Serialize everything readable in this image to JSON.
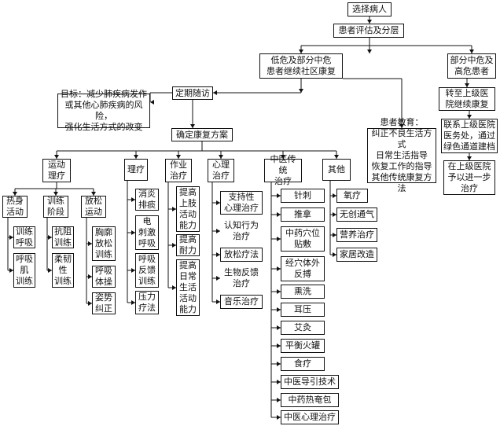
{
  "nodes": {
    "select_patient": "选择病人",
    "assessment": "患者评估及分层",
    "low_mid_risk": "低危及部分中危\n患者继续社区康复",
    "high_risk": "部分中危及\n高危患者",
    "transfer": "转至上级医\n院继续康复",
    "contact_hospital": "联系上级医院\n医务处，通过\n绿色通道建档",
    "further_treatment": "在上级医院\n予以进一步\n治疗",
    "follow_up": "定期随访",
    "goal": "目标：减少肺疾病发作\n或其他心肺疾病的风险，\n强化生活方式的改变",
    "education": "患者教育：\n纠正不良生活方式\n日常生活指导\n恢复工作的指导\n其他传统康复方法",
    "plan": "确定康复方案",
    "exercise": "运动\n理疗",
    "physio": "理疗",
    "occupational": "作业\n治疗",
    "psych": "心理\n治疗",
    "tcm": "中医传统\n治疗",
    "other": "其他",
    "breath_activity": "热身\n活动",
    "training_stage": "训练\n阶段",
    "relax_exercise": "放松\n运动",
    "train_breath": "训练\n呼吸",
    "resp_muscle": "呼吸\n肌\n训练",
    "resistance": "抗阻\n训练",
    "flexibility": "柔韧\n性\n训练",
    "chest_relax": "胸廓\n放松\n训练",
    "breath_gym": "呼吸\n体操",
    "posture": "姿势\n纠正",
    "anti_inflam": "消炎\n排痰",
    "electro_breath": "电\n刺激\n呼吸",
    "bio_breath": "呼吸\n反馈\n训练",
    "pressure": "压力\n疗法",
    "upper_limb": "提高\n上肢\n活动\n能力",
    "endurance": "提高\n耐力",
    "daily_living": "提高\n日常\n生活\n活动\n能力",
    "supportive": "支持性\n心理治疗",
    "cognitive": "认知行为\n治疗",
    "relaxation": "放松疗法",
    "biofeedback": "生物反馈\n治疗",
    "music": "音乐治疗",
    "acupuncture": "针刺",
    "massage": "推拿",
    "acupoint": "中药穴位\n贴敷",
    "ecp": "经穴体外\n反搏",
    "fumigation": "熏洗",
    "ear_press": "耳压",
    "moxibustion": "艾灸",
    "cupping": "平衡火罐",
    "diet": "食疗",
    "guidance": "中医导引技术",
    "herbal_pack": "中药热奄包",
    "tcm_psych": "中医心理治疗",
    "oxygen": "氧疗",
    "noninvasive": "无创通气",
    "nutrition": "营养治疗",
    "home_mod": "家居改造"
  }
}
